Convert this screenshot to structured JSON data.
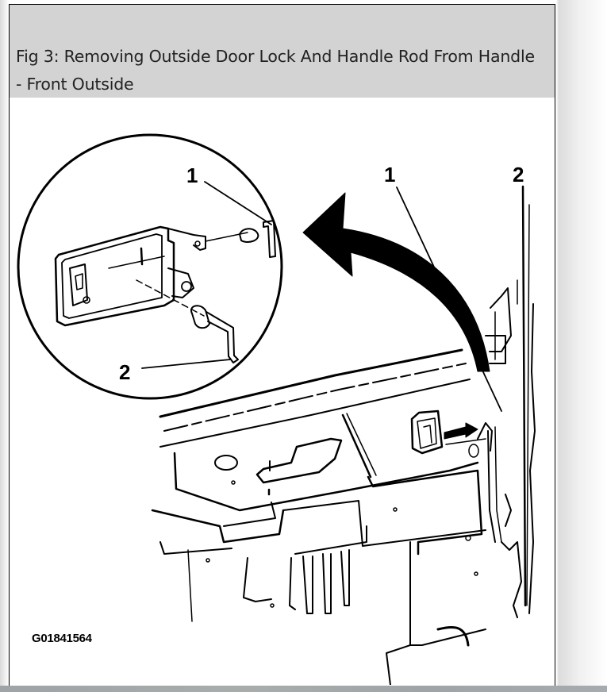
{
  "figure": {
    "caption": "Fig 3: Removing Outside Door Lock And Handle Rod From Handle - Front Outside",
    "caption_line1": "Fig 3: Removing Outside Door Lock And Handle Rod From Handle",
    "caption_line2": "- Front Outside",
    "code": "G01841564",
    "callouts": {
      "inset_1": "1",
      "inset_2": "2",
      "main_1": "1",
      "main_2": "2"
    },
    "colors": {
      "header_bg": "#d3d3d3",
      "line_art": "#000000",
      "caption_text": "#222222"
    }
  }
}
